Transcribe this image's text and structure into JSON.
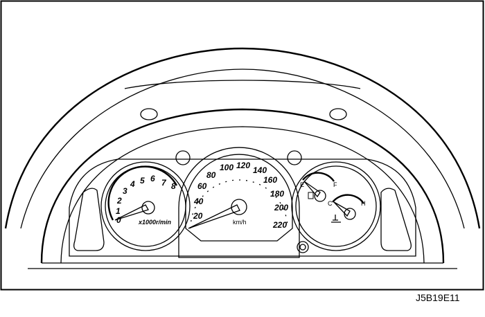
{
  "tachometer": {
    "labels": [
      "0",
      "1",
      "2",
      "3",
      "4",
      "5",
      "6",
      "7",
      "8"
    ],
    "unit": "x1000r/min"
  },
  "speedometer": {
    "labels": [
      "20",
      "40",
      "60",
      "80",
      "100",
      "120",
      "140",
      "160",
      "180",
      "200",
      "220"
    ],
    "unit": "km/h"
  },
  "fuel_gauge": {
    "empty": "E",
    "full": "F"
  },
  "temp_gauge": {
    "cold": "C",
    "hot": "H"
  },
  "caption": "J5B19E11"
}
